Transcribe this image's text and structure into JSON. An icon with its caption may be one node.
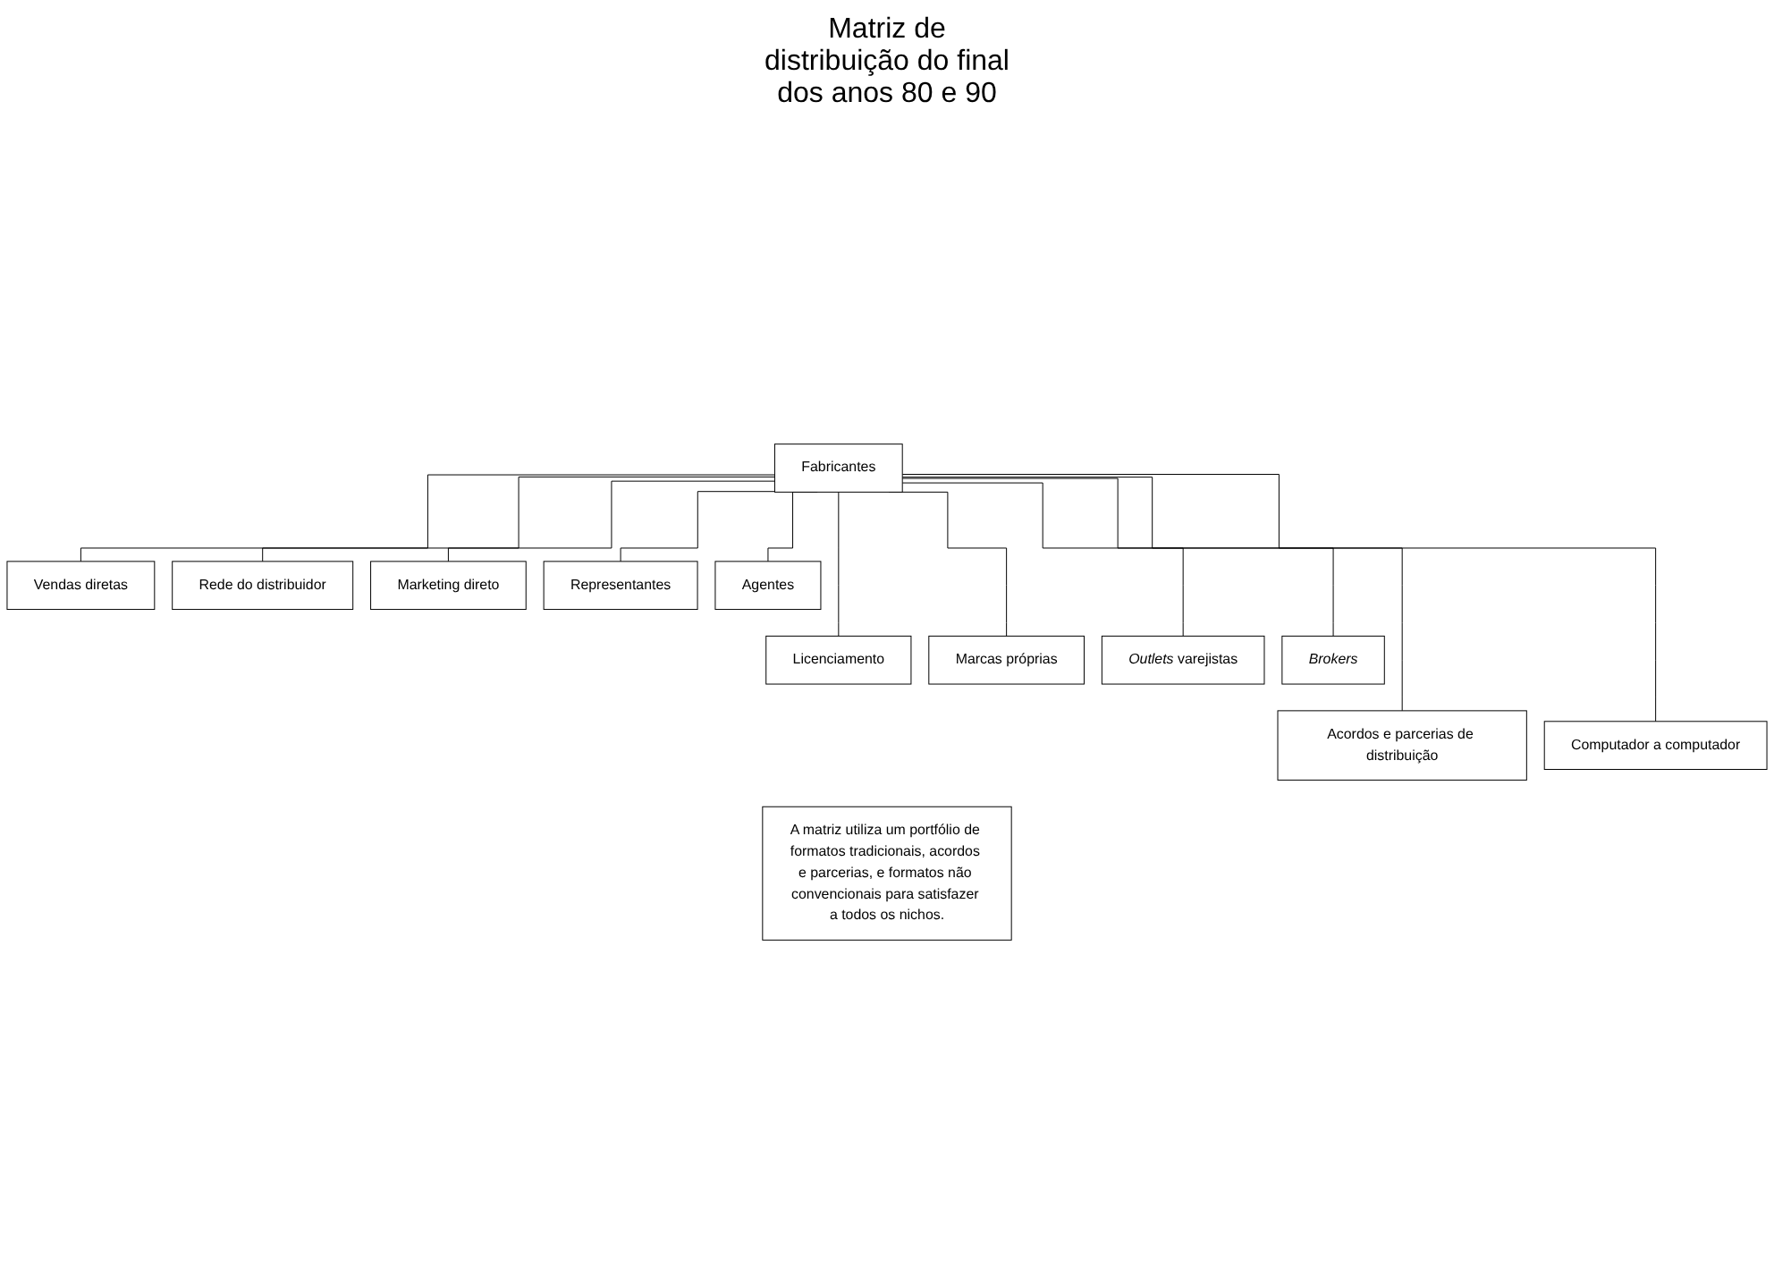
{
  "diagram": {
    "title": "Matriz de distribuição do final dos anos 80 e 90",
    "nodes": [
      {
        "text": [
          "Fabricantes"
        ]
      },
      {
        "text": [
          "Vendas diretas"
        ]
      },
      {
        "text": [
          "Rede do distribuidor"
        ]
      },
      {
        "text": [
          "Marketing direto"
        ]
      },
      {
        "text": [
          "Representantes"
        ]
      },
      {
        "text": [
          "Agentes"
        ]
      },
      {
        "text": [
          "Licenciamento"
        ]
      },
      {
        "text": [
          "Marcas próprias"
        ]
      },
      {
        "text": [
          "*Outlets* varejistas"
        ]
      },
      {
        "text": [
          "Brokers"
        ]
      },
      {
        "text": [
          "Acordos e parcerias de distribuição"
        ]
      },
      {
        "text": [
          "Computador a computador"
        ]
      },
      {
        "text": [
          "A matriz utiliza um portfólio de formatos tradicionais, acordos e parcerias, e formatos não convencionais para satisfazer a todos os nichos."
        ]
      }
    ],
    "edges": [
      {
        "from": 0,
        "to": 10,
        "arrow": "none"
      },
      {
        "from": 0,
        "to": 1,
        "arrow": "none"
      },
      {
        "from": 0,
        "to": 6,
        "arrow": "none"
      },
      {
        "from": 0,
        "to": 2,
        "arrow": "none"
      },
      {
        "from": 0,
        "to": 7,
        "arrow": "none"
      },
      {
        "from": 0,
        "to": 3,
        "arrow": "none"
      },
      {
        "from": 0,
        "to": 8,
        "arrow": "none"
      },
      {
        "from": 0,
        "to": 4,
        "arrow": "none"
      },
      {
        "from": 0,
        "to": 9,
        "arrow": "none"
      },
      {
        "from": 0,
        "to": 5,
        "arrow": "none"
      },
      {
        "from": 0,
        "to": 11,
        "arrow": "none"
      }
    ]
  }
}
